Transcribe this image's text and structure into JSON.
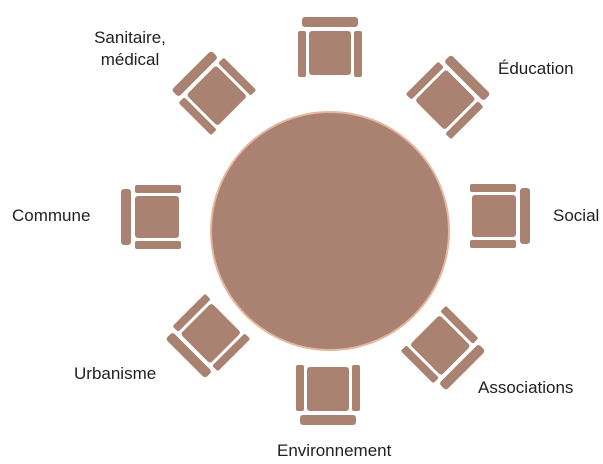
{
  "diagram": {
    "colors": {
      "furniture": "#a98271",
      "table_outline": "#e7b69f",
      "background": "#ffffff",
      "text": "#1f1f1f"
    },
    "table": {
      "shape": "round"
    },
    "seats": [
      {
        "id": "seat-top",
        "label": ""
      },
      {
        "id": "seat-education",
        "label": "Éducation"
      },
      {
        "id": "seat-social",
        "label": "Social"
      },
      {
        "id": "seat-associations",
        "label": "Associations"
      },
      {
        "id": "seat-environnement",
        "label": "Environnement"
      },
      {
        "id": "seat-urbanisme",
        "label": "Urbanisme"
      },
      {
        "id": "seat-commune",
        "label": "Commune"
      },
      {
        "id": "seat-sanitaire",
        "label_line1": "Sanitaire,",
        "label_line2": "médical"
      }
    ]
  }
}
